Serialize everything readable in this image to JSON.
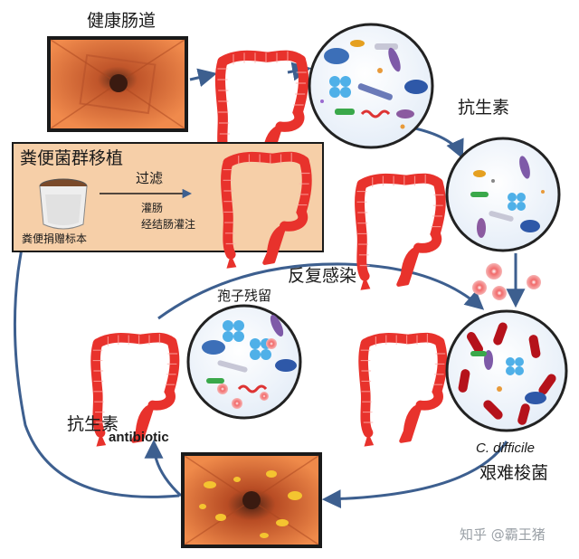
{
  "labels": {
    "healthy_gut": "健康肠道",
    "antibiotics_top": "抗生素",
    "fmt_title": "粪便菌群移植",
    "filter": "过滤",
    "enema": "灌肠",
    "colonoscopy": "经结肠灌注",
    "donor_sample": "粪便捐赠标本",
    "recurrent": "反复感染",
    "spores": "孢子残留",
    "antibiotics_left": "抗生素",
    "antibiotic_en": "antibiotic",
    "species": "C. difficile",
    "species_cn": "艰难梭菌",
    "watermark": "知乎 @霸王猪"
  },
  "colors": {
    "colon": "#e8322c",
    "arrow": "#3d5f8f",
    "fmt_panel_bg": "#f6cfa8",
    "tissue": "#e06a35",
    "pathogen": "#b5121b"
  }
}
